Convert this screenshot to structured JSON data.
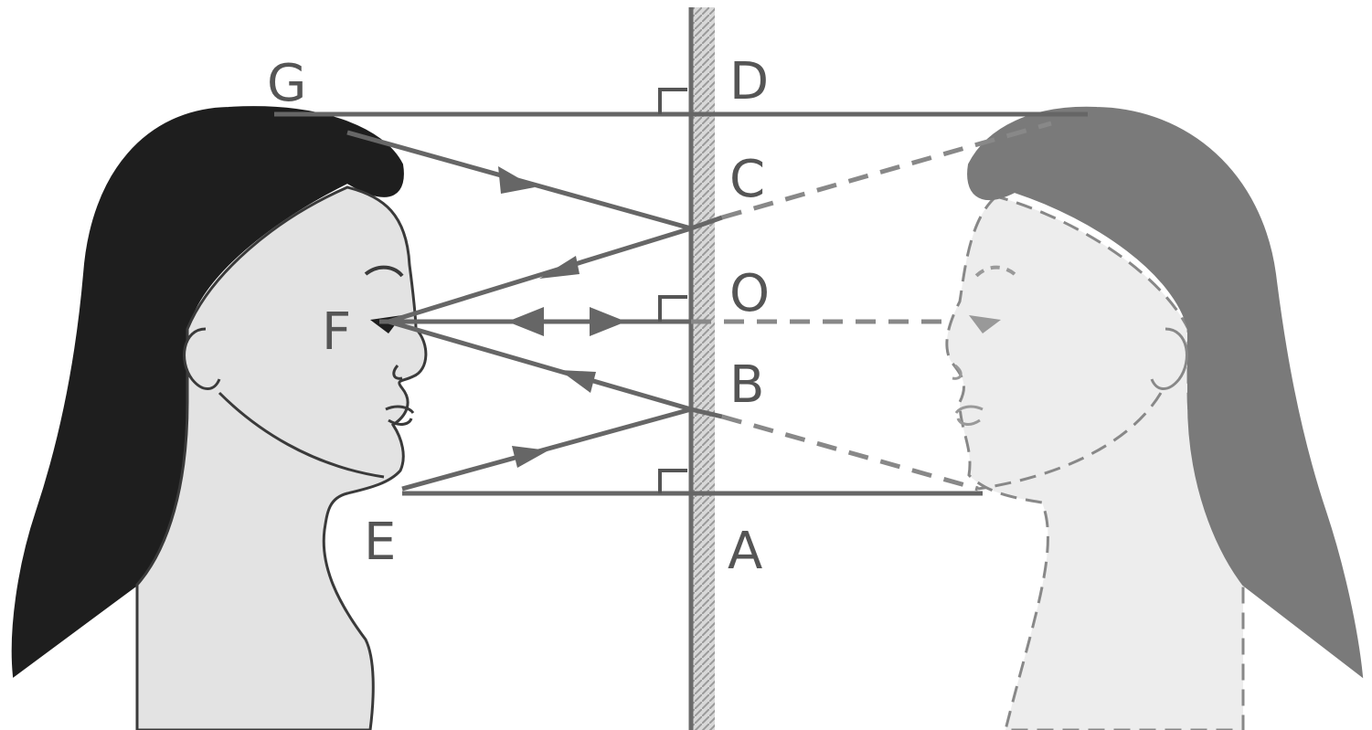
{
  "figure": {
    "description_free": true,
    "colors": {
      "real_hair": "#1e1e1e",
      "image_hair": "#7a7a7a",
      "skin": "#e3e3e3",
      "image_skin": "#ededed",
      "ray": "#666666",
      "outline": "#3a3a3a",
      "mirror_hatch": "#9a9a9a"
    },
    "labels": {
      "G": "G",
      "D": "D",
      "C": "C",
      "O": "O",
      "F": "F",
      "B": "B",
      "E": "E",
      "A": "A"
    }
  }
}
